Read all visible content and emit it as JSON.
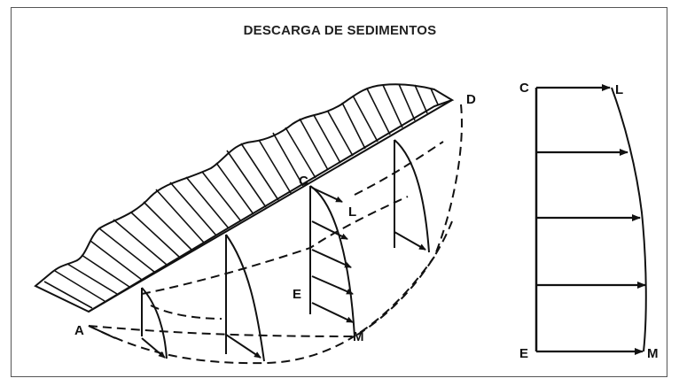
{
  "title": "DESCARGA DE SEDIMENTOS",
  "colors": {
    "ink": "#111111",
    "frame": "#555555",
    "background": "#ffffff"
  },
  "block_diagram": {
    "labels": {
      "A": "A",
      "C": "C",
      "D": "D",
      "E": "E",
      "L": "L",
      "M": "M"
    }
  },
  "velocity_profile": {
    "labels": {
      "C": "C",
      "E": "E",
      "L": "L",
      "M": "M"
    }
  }
}
